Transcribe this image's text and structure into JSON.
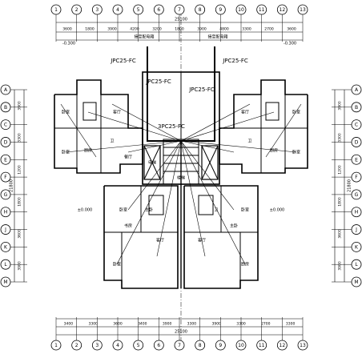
{
  "drawing": {
    "grid_top": [
      "1",
      "2",
      "3",
      "4",
      "5",
      "6",
      "7",
      "8",
      "9",
      "10",
      "11",
      "12",
      "13"
    ],
    "grid_bottom": [
      "1",
      "2",
      "3",
      "4",
      "5",
      "6",
      "7",
      "8",
      "9",
      "10",
      "11",
      "12",
      "13"
    ],
    "grid_left": [
      "A",
      "B",
      "C",
      "D",
      "E",
      "F",
      "G",
      "H",
      "J",
      "K",
      "L",
      "M"
    ],
    "grid_right": [
      "A",
      "B",
      "C",
      "D",
      "E",
      "F",
      "G",
      "H",
      "J",
      "K",
      "L",
      "M"
    ],
    "dim_top": [
      "3600",
      "1800",
      "3900",
      "4200",
      "3200",
      "1800",
      "3900",
      "4800",
      "3300",
      "2700",
      "3600"
    ],
    "dim_top_total": "25100",
    "dim_bottom": [
      "3400",
      "3300",
      "3600",
      "3400",
      "3900",
      "3300",
      "3900",
      "3300",
      "2700",
      "3300"
    ],
    "dim_bottom_total": "25100",
    "dim_left": [
      "3900",
      "3300",
      "1200",
      "1800",
      "3600",
      "3900"
    ],
    "dim_left_total": "21800",
    "dim_right": [
      "3900",
      "3300",
      "1200",
      "1800",
      "3600",
      "3900"
    ],
    "dim_right_total": "21800",
    "feeder_labels": [
      "JPC25-FC",
      "JPC25-FC",
      "JPC25-FC",
      "JPC25-FC",
      "3PC25-FC"
    ],
    "room_labels": [
      "卧室",
      "卧室",
      "客厅",
      "厨房",
      "卫",
      "餐厅",
      "卧室",
      "卧室",
      "客厅",
      "厨房",
      "卫",
      "卧室",
      "客厅",
      "卧室",
      "卧室",
      "客厅",
      "厨房",
      "卫",
      "主卧",
      "书房",
      "主卧",
      "电梯",
      "楼梯"
    ],
    "note_labels": [
      "接至配电箱",
      "接至配电箱",
      "-0.300",
      "-0.300",
      "±0.000",
      "±0.000"
    ]
  }
}
